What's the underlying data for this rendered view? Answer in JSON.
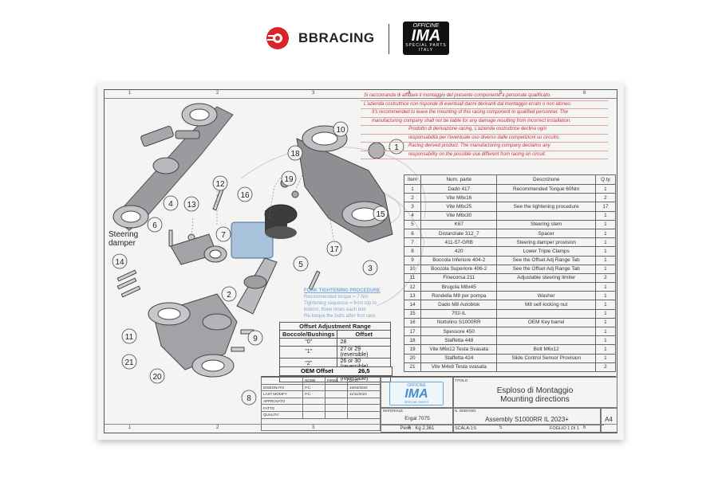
{
  "header": {
    "brand_left": "BBRACING",
    "brand_right": {
      "top": "OFFICINE",
      "main": "IMA",
      "sub": "SPECIAL PARTS",
      "country": "ITALY"
    }
  },
  "sheet": {
    "zones_top": [
      "1",
      "2",
      "3",
      "4",
      "5",
      "6"
    ],
    "zones_bottom": [
      "1",
      "2",
      "3",
      "4",
      "5",
      "6"
    ],
    "warning_lines": [
      "Si raccomanda di affidare il montaggio del presente componente a personale qualificato.",
      "L'azienda costruttrice non risponde di eventuali danni derivanti dal montaggio errato o non idoneo.",
      "It's recommended to leave the mounting of this racing component to qualified personnel. The",
      "manufacturing company shall not be liable for any damage resulting from incorrect installation.",
      "Prodotto di derivazione racing, L'azienda costruttrice declina ogni",
      "responsabilità per l'eventuale uso diverso dalle competizioni su circuito.",
      "Racing derived product. The manufacturing company declaims any",
      "responsability on the possible use different from racing on circuit."
    ],
    "callouts": [
      "1",
      "2",
      "3",
      "4",
      "5",
      "6",
      "7",
      "8",
      "9",
      "10",
      "11",
      "12",
      "13",
      "14",
      "15",
      "16",
      "17",
      "18",
      "19",
      "20",
      "21"
    ],
    "steering_damper_label": [
      "Steering",
      "damper"
    ],
    "fork_procedure": {
      "title": "FORK TIGHTENING PROCEDURE",
      "lines": [
        "Recommended torque = 7 Nm",
        "Tightening sequence = from top to",
        "bottom, three times each bolt",
        "Re-torque the bolts after first race"
      ]
    },
    "parts_table": {
      "headers": [
        "Item",
        "Num. parte",
        "Descrizione",
        "Q.ty"
      ],
      "rows": [
        [
          "1",
          "Dado 417",
          "Recommended Torque 60Nm",
          "1"
        ],
        [
          "2",
          "Vite M6x16",
          "",
          "2"
        ],
        [
          "3",
          "Vite M6x25",
          "See the tightening procedure",
          "17"
        ],
        [
          "4",
          "Vite M6x30",
          "",
          "1"
        ],
        [
          "5",
          "K67",
          "Steering stem",
          "1"
        ],
        [
          "6",
          "Distanziale 312_7",
          "Spacer",
          "1"
        ],
        [
          "7",
          "411-57-GRB",
          "Steering damper provision",
          "1"
        ],
        [
          "8",
          "420",
          "Lower Triple Clamps",
          "1"
        ],
        [
          "9",
          "Boccola Inferiore 404-2",
          "See the Offset Adj Range Tab",
          "1"
        ],
        [
          "10",
          "Boccola Superiore 406-2",
          "See the Offset Adj Range Tab",
          "1"
        ],
        [
          "11",
          "Finecorsa 211",
          "Adjustable steering limiter",
          "2"
        ],
        [
          "12",
          "Brugola M8x45",
          "",
          "1"
        ],
        [
          "13",
          "Rondella M8 per pompa",
          "Washer",
          "1"
        ],
        [
          "14",
          "Dado M8 Autoblok",
          "M8 self-locking nut",
          "1"
        ],
        [
          "15",
          "702-IL",
          "",
          "1"
        ],
        [
          "16",
          "Nottolino S1000RR",
          "OEM Key barrel",
          "1"
        ],
        [
          "17",
          "Spessore 450",
          "",
          "1"
        ],
        [
          "18",
          "Staffetta 448",
          "",
          "1"
        ],
        [
          "19",
          "Vite M6x12 Testa Svasata",
          "Bolt M6x12",
          "1"
        ],
        [
          "20",
          "Staffetta 424",
          "Slide Control Sensor Provision",
          "1"
        ],
        [
          "21",
          "Vite M4x8 Testa svasata",
          "",
          "2"
        ]
      ]
    },
    "offset_table": {
      "title": "Offset Adjustment Range",
      "headers": [
        "Boccole/Bushings",
        "Offset"
      ],
      "rows": [
        [
          "\"0\"",
          "28"
        ],
        [
          "\"1\"",
          "27 or 29 (reversible)"
        ],
        [
          "\"2\"",
          "26 or 30 (reversible)"
        ],
        [
          "\"3\"",
          "25 or 31 (reversible)"
        ]
      ],
      "oem_label": "OEM Offset",
      "oem_value": "26,5"
    },
    "title_block": {
      "rev_headers": [
        "",
        "NOME",
        "FIRMA",
        "DATA"
      ],
      "rev_rows": [
        [
          "DISEGNATO",
          "P.C.",
          "",
          "16/04/2020"
        ],
        [
          "LAST MODIFY",
          "P.C.",
          "",
          "11/11/2024"
        ],
        [
          "APPROVATO",
          "",
          "",
          ""
        ],
        [
          "FATTO",
          "",
          "",
          ""
        ],
        [
          "QUALITA'",
          "",
          "",
          ""
        ]
      ],
      "titolo_label": "TITOLO",
      "title_line1": "Esploso di Montaggio",
      "title_line2": "Mounting directions",
      "materiale_label": "MATERIALE",
      "material": "Ergal 7075",
      "weight": "Peso : Kg 2.361",
      "disegno_label": "N. DISEGNO",
      "drawing_number": "Assembly S1000RR IL 2023+",
      "scale": "SCALA:1:5",
      "sheet": "FOGLIO 1 DI 1",
      "format": "A4",
      "logo": {
        "top": "OFFICINE",
        "main": "IMA",
        "sub": "SPECIAL PARTS"
      }
    }
  }
}
